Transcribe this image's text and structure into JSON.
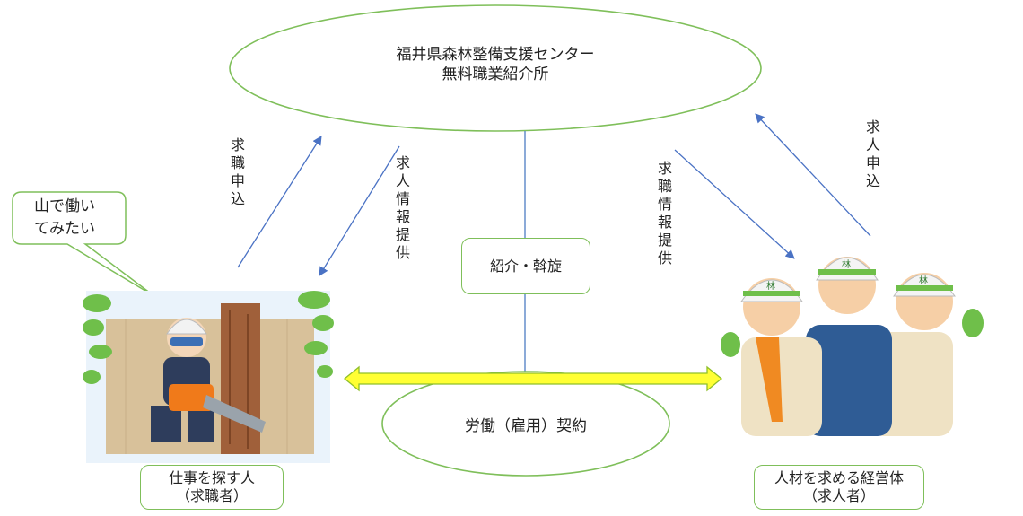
{
  "center_org": {
    "line1": "福井県森林整備支援センター",
    "line2": "無料職業紹介所"
  },
  "labels": {
    "left_up": "求職申込",
    "left_down": "求人情報提供",
    "right_down": "求職情報提供",
    "right_up": "求人申込"
  },
  "intro_box": "紹介・斡旋",
  "contract": "労働（雇用）契約",
  "speech_bubble": {
    "line1": "山で働い",
    "line2": "てみたい"
  },
  "job_seeker": {
    "line1": "仕事を探す人",
    "line2": "（求職者）"
  },
  "employer": {
    "line1": "人材を求める経営体",
    "line2": "（求人者）"
  },
  "colors": {
    "ellipse_stroke": "#7fbf5a",
    "arrow_blue": "#4a72c4",
    "contract_arrow_fill": "#ffff33",
    "contract_arrow_stroke": "#8fbf2a"
  },
  "icons": {
    "helmet_mark": "林"
  }
}
